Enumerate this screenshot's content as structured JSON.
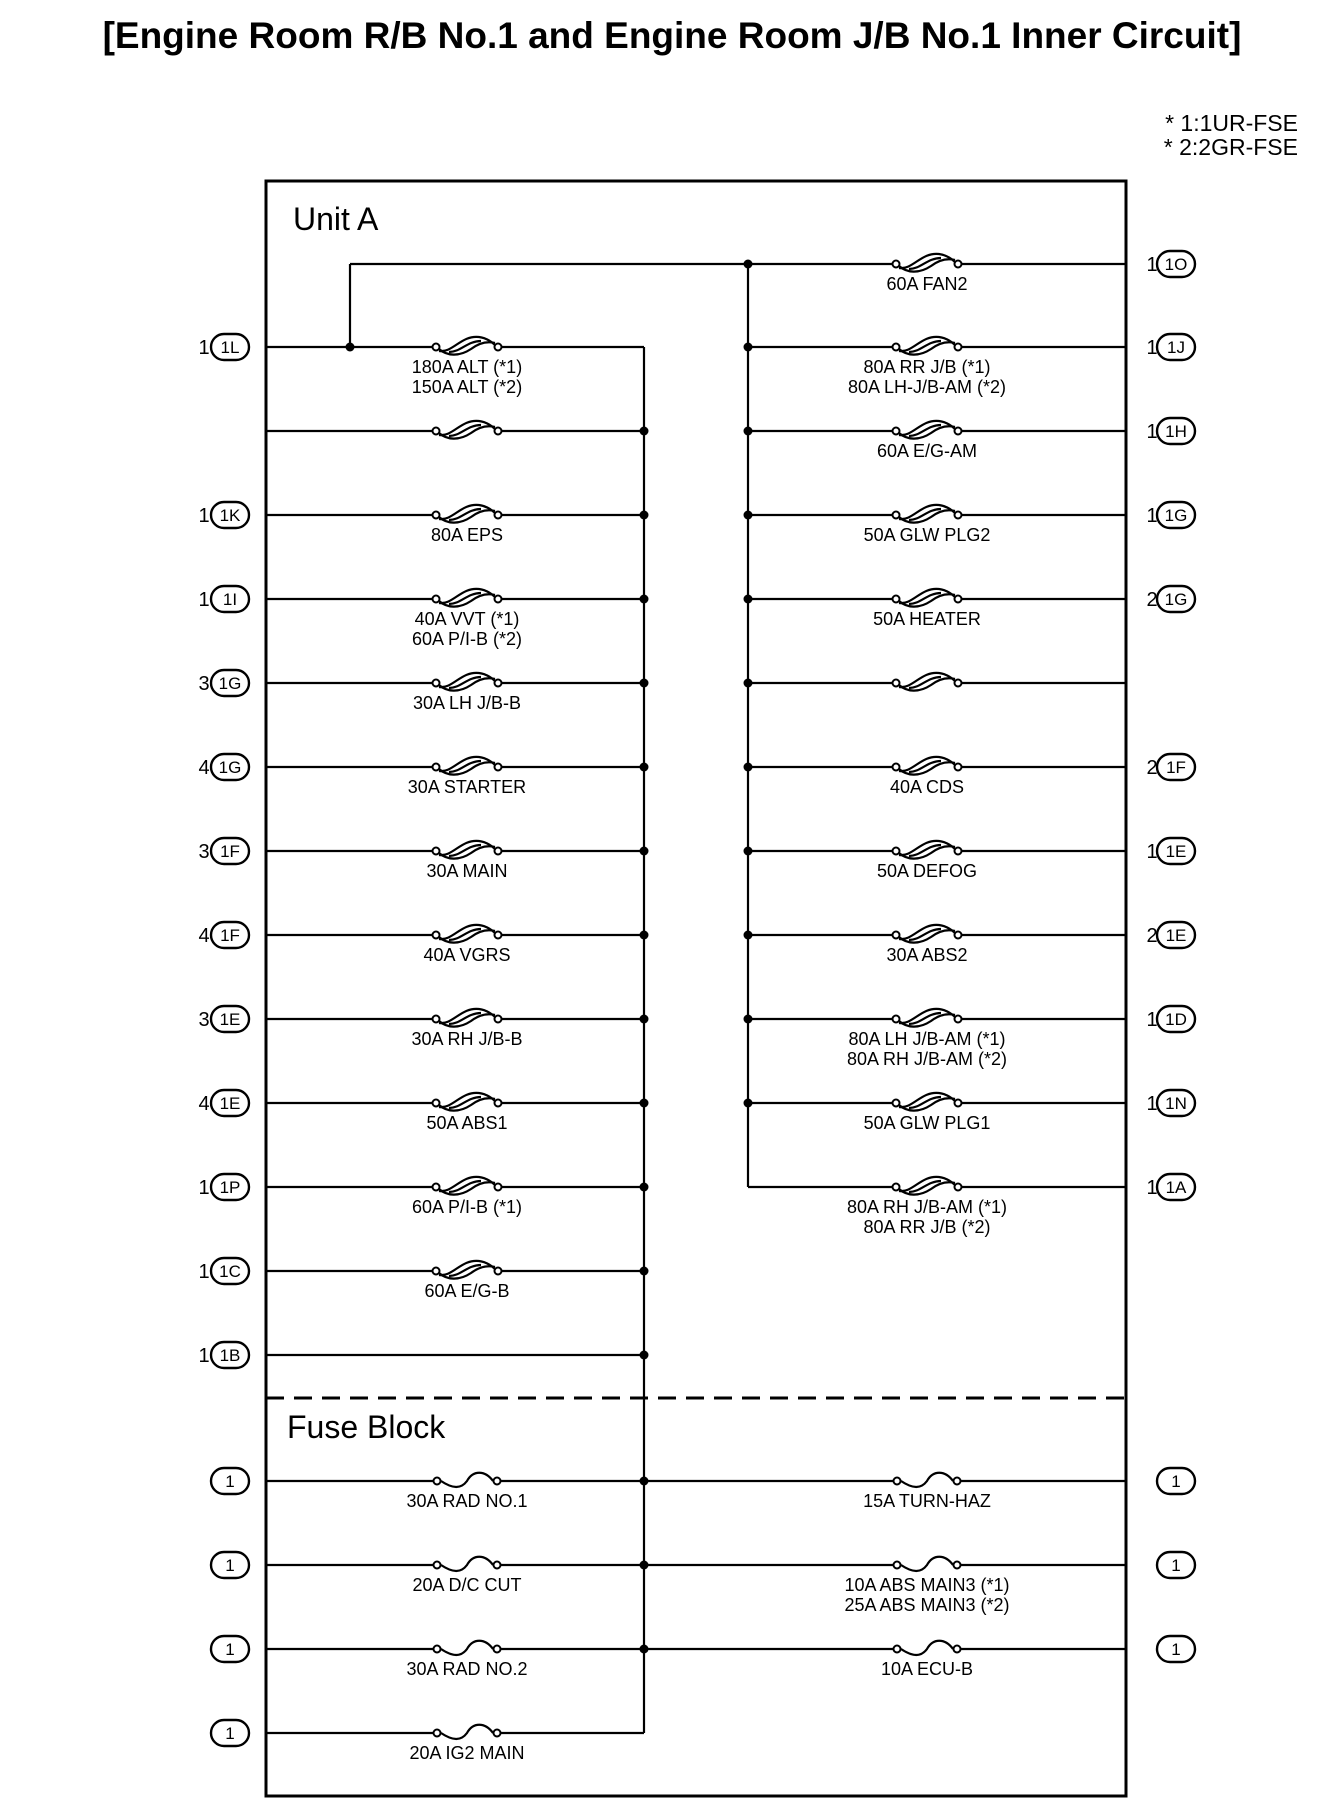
{
  "title": "[Engine Room R/B No.1 and Engine Room J/B No.1 Inner Circuit]",
  "notes": [
    "* 1:1UR-FSE",
    "* 2:2GR-FSE"
  ],
  "units": {
    "unit_a": "Unit A",
    "fuse_block": "Fuse Block"
  },
  "unit_a": {
    "left_rows": [
      {
        "pin": "1",
        "connector": "1L",
        "fuse": true,
        "labels": [
          "180A ALT (*1)",
          "150A ALT (*2)"
        ]
      },
      {
        "pin": "",
        "connector": "",
        "fuse": true,
        "labels": []
      },
      {
        "pin": "1",
        "connector": "1K",
        "fuse": true,
        "labels": [
          "80A EPS"
        ]
      },
      {
        "pin": "1",
        "connector": "1I",
        "fuse": true,
        "labels": [
          "40A VVT (*1)",
          "60A P/I-B (*2)"
        ]
      },
      {
        "pin": "3",
        "connector": "1G",
        "fuse": true,
        "labels": [
          "30A LH J/B-B"
        ]
      },
      {
        "pin": "4",
        "connector": "1G",
        "fuse": true,
        "labels": [
          "30A STARTER"
        ]
      },
      {
        "pin": "3",
        "connector": "1F",
        "fuse": true,
        "labels": [
          "30A MAIN"
        ]
      },
      {
        "pin": "4",
        "connector": "1F",
        "fuse": true,
        "labels": [
          "40A VGRS"
        ]
      },
      {
        "pin": "3",
        "connector": "1E",
        "fuse": true,
        "labels": [
          "30A RH J/B-B"
        ]
      },
      {
        "pin": "4",
        "connector": "1E",
        "fuse": true,
        "labels": [
          "50A ABS1"
        ]
      },
      {
        "pin": "1",
        "connector": "1P",
        "fuse": true,
        "labels": [
          "60A P/I-B (*1)"
        ]
      },
      {
        "pin": "1",
        "connector": "1C",
        "fuse": true,
        "labels": [
          "60A E/G-B"
        ]
      },
      {
        "pin": "1",
        "connector": "1B",
        "fuse": false,
        "labels": []
      }
    ],
    "right_rows": [
      {
        "pin": "1",
        "connector": "1O",
        "labels": [
          "60A FAN2"
        ]
      },
      {
        "pin": "1",
        "connector": "1J",
        "labels": [
          "80A RR J/B (*1)",
          "80A LH-J/B-AM (*2)"
        ]
      },
      {
        "pin": "1",
        "connector": "1H",
        "labels": [
          "60A E/G-AM"
        ]
      },
      {
        "pin": "1",
        "connector": "1G",
        "labels": [
          "50A GLW PLG2"
        ]
      },
      {
        "pin": "2",
        "connector": "1G",
        "labels": [
          "50A HEATER"
        ]
      },
      {
        "pin": "",
        "connector": "",
        "labels": []
      },
      {
        "pin": "2",
        "connector": "1F",
        "labels": [
          "40A CDS"
        ]
      },
      {
        "pin": "1",
        "connector": "1E",
        "labels": [
          "50A DEFOG"
        ]
      },
      {
        "pin": "2",
        "connector": "1E",
        "labels": [
          "30A ABS2"
        ]
      },
      {
        "pin": "1",
        "connector": "1D",
        "labels": [
          "80A LH J/B-AM (*1)",
          "80A RH J/B-AM (*2)"
        ]
      },
      {
        "pin": "1",
        "connector": "1N",
        "labels": [
          "50A GLW PLG1"
        ]
      },
      {
        "pin": "1",
        "connector": "1A",
        "labels": [
          "80A RH J/B-AM (*1)",
          "80A RR J/B (*2)"
        ]
      }
    ]
  },
  "fuse_block": {
    "left_rows": [
      {
        "connector": "1",
        "labels": [
          "30A RAD NO.1"
        ]
      },
      {
        "connector": "1",
        "labels": [
          "20A D/C CUT"
        ]
      },
      {
        "connector": "1",
        "labels": [
          "30A RAD NO.2"
        ]
      },
      {
        "connector": "1",
        "labels": [
          "20A IG2 MAIN"
        ]
      }
    ],
    "right_rows": [
      {
        "connector": "1",
        "labels": [
          "15A TURN-HAZ"
        ]
      },
      {
        "connector": "1",
        "labels": [
          "10A ABS MAIN3 (*1)",
          "25A ABS MAIN3 (*2)"
        ]
      },
      {
        "connector": "1",
        "labels": [
          "10A ECU-B"
        ]
      }
    ]
  }
}
